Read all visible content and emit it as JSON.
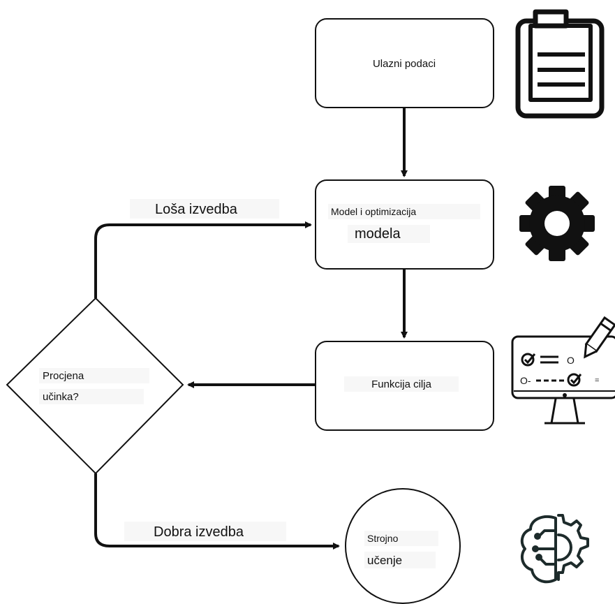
{
  "nodes": {
    "input": {
      "label": "Ulazni podaci"
    },
    "model": {
      "line1": "Model i optimizacija",
      "line2": "modela"
    },
    "objective": {
      "label": "Funkcija cilja"
    },
    "decision": {
      "line1": "Procjena",
      "line2": "učinka?"
    },
    "ml": {
      "line1": "Strojno",
      "line2": "učenje"
    }
  },
  "edges": {
    "bad": {
      "label": "Loša izvedba"
    },
    "good": {
      "label": "Dobra izvedba"
    }
  },
  "icons": {
    "clipboard": "clipboard-icon",
    "gear": "gear-icon",
    "monitor": "monitor-checklist-icon",
    "brain_gear": "brain-gear-icon"
  },
  "monitor_symbols": {
    "top_right": "O",
    "left": "O-",
    "equals": "="
  }
}
